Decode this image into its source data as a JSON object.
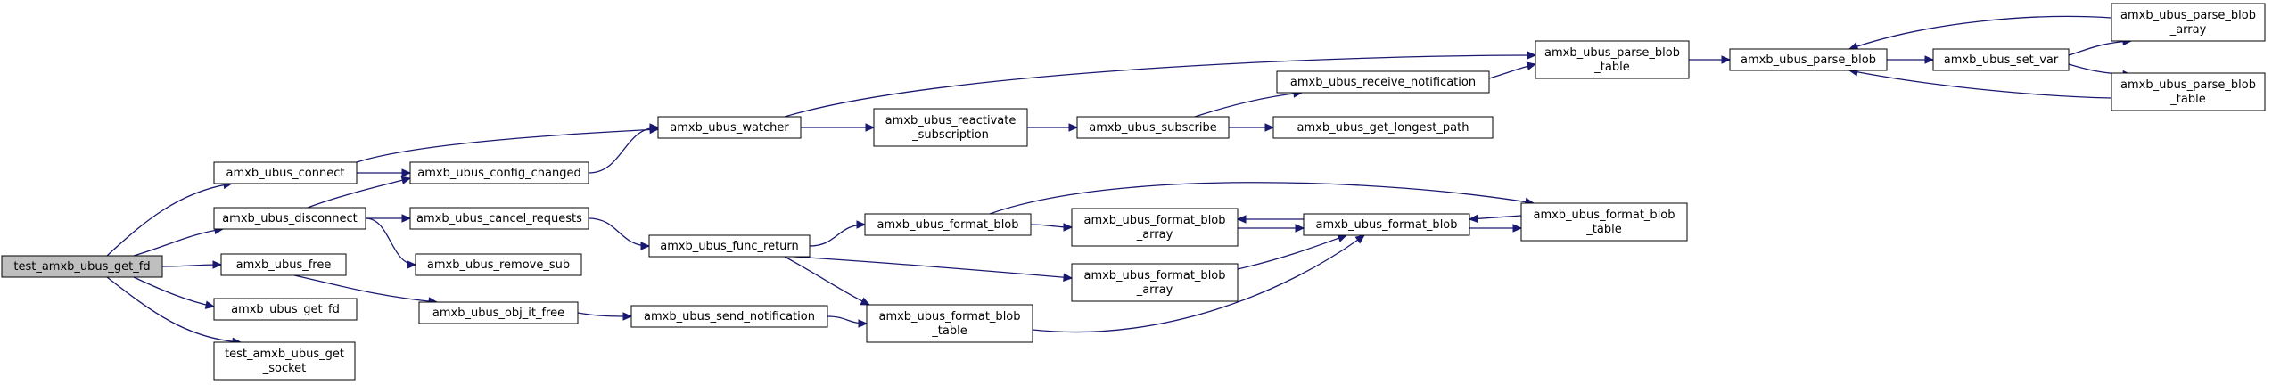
{
  "nodes": [
    {
      "id": "test_get_fd",
      "lines": [
        "test_amxb_ubus_get_fd"
      ],
      "root": true
    },
    {
      "id": "connect",
      "lines": [
        "amxb_ubus_connect"
      ]
    },
    {
      "id": "disconnect",
      "lines": [
        "amxb_ubus_disconnect"
      ]
    },
    {
      "id": "free",
      "lines": [
        "amxb_ubus_free"
      ]
    },
    {
      "id": "get_fd",
      "lines": [
        "amxb_ubus_get_fd"
      ]
    },
    {
      "id": "test_get_socket",
      "lines": [
        "test_amxb_ubus_get",
        "_socket"
      ]
    },
    {
      "id": "config_changed",
      "lines": [
        "amxb_ubus_config_changed"
      ]
    },
    {
      "id": "cancel_requests",
      "lines": [
        "amxb_ubus_cancel_requests"
      ]
    },
    {
      "id": "remove_sub",
      "lines": [
        "amxb_ubus_remove_sub"
      ]
    },
    {
      "id": "obj_it_free",
      "lines": [
        "amxb_ubus_obj_it_free"
      ]
    },
    {
      "id": "watcher",
      "lines": [
        "amxb_ubus_watcher"
      ]
    },
    {
      "id": "func_return",
      "lines": [
        "amxb_ubus_func_return"
      ]
    },
    {
      "id": "send_notification",
      "lines": [
        "amxb_ubus_send_notification"
      ]
    },
    {
      "id": "reactivate_sub",
      "lines": [
        "amxb_ubus_reactivate",
        "_subscription"
      ]
    },
    {
      "id": "format_blob_1",
      "lines": [
        "amxb_ubus_format_blob"
      ]
    },
    {
      "id": "format_blob_table_1",
      "lines": [
        "amxb_ubus_format_blob",
        "_table"
      ]
    },
    {
      "id": "subscribe",
      "lines": [
        "amxb_ubus_subscribe"
      ]
    },
    {
      "id": "format_blob_array_1",
      "lines": [
        "amxb_ubus_format_blob",
        "_array"
      ]
    },
    {
      "id": "format_blob_array_2",
      "lines": [
        "amxb_ubus_format_blob",
        "_array"
      ]
    },
    {
      "id": "receive_notification",
      "lines": [
        "amxb_ubus_receive_notification"
      ]
    },
    {
      "id": "get_longest_path",
      "lines": [
        "amxb_ubus_get_longest_path"
      ]
    },
    {
      "id": "format_blob_2",
      "lines": [
        "amxb_ubus_format_blob"
      ]
    },
    {
      "id": "parse_blob_table_1",
      "lines": [
        "amxb_ubus_parse_blob",
        "_table"
      ]
    },
    {
      "id": "format_blob_table_2",
      "lines": [
        "amxb_ubus_format_blob",
        "_table"
      ]
    },
    {
      "id": "parse_blob",
      "lines": [
        "amxb_ubus_parse_blob"
      ]
    },
    {
      "id": "set_var",
      "lines": [
        "amxb_ubus_set_var"
      ]
    },
    {
      "id": "parse_blob_array",
      "lines": [
        "amxb_ubus_parse_blob",
        "_array"
      ]
    },
    {
      "id": "parse_blob_table_2",
      "lines": [
        "amxb_ubus_parse_blob",
        "_table"
      ]
    }
  ],
  "edges": [
    [
      "test_get_fd",
      "connect"
    ],
    [
      "test_get_fd",
      "disconnect"
    ],
    [
      "test_get_fd",
      "free"
    ],
    [
      "test_get_fd",
      "get_fd"
    ],
    [
      "test_get_fd",
      "test_get_socket"
    ],
    [
      "connect",
      "config_changed"
    ],
    [
      "connect",
      "watcher"
    ],
    [
      "disconnect",
      "config_changed"
    ],
    [
      "disconnect",
      "cancel_requests"
    ],
    [
      "disconnect",
      "remove_sub"
    ],
    [
      "free",
      "obj_it_free"
    ],
    [
      "config_changed",
      "watcher"
    ],
    [
      "cancel_requests",
      "func_return"
    ],
    [
      "obj_it_free",
      "send_notification"
    ],
    [
      "watcher",
      "reactivate_sub"
    ],
    [
      "watcher",
      "parse_blob_table_1"
    ],
    [
      "func_return",
      "format_blob_1"
    ],
    [
      "func_return",
      "format_blob_array_2"
    ],
    [
      "func_return",
      "format_blob_table_1"
    ],
    [
      "send_notification",
      "format_blob_table_1"
    ],
    [
      "reactivate_sub",
      "subscribe"
    ],
    [
      "format_blob_1",
      "format_blob_array_1"
    ],
    [
      "format_blob_1",
      "format_blob_table_2"
    ],
    [
      "format_blob_table_1",
      "format_blob_2"
    ],
    [
      "subscribe",
      "receive_notification"
    ],
    [
      "subscribe",
      "get_longest_path"
    ],
    [
      "format_blob_array_1",
      "format_blob_2"
    ],
    [
      "format_blob_array_2",
      "format_blob_2"
    ],
    [
      "receive_notification",
      "parse_blob_table_1"
    ],
    [
      "format_blob_2",
      "format_blob_array_1"
    ],
    [
      "format_blob_2",
      "format_blob_table_2"
    ],
    [
      "format_blob_table_2",
      "format_blob_2"
    ],
    [
      "parse_blob_table_1",
      "parse_blob"
    ],
    [
      "parse_blob",
      "set_var"
    ],
    [
      "set_var",
      "parse_blob_array"
    ],
    [
      "set_var",
      "parse_blob_table_2"
    ],
    [
      "parse_blob_array",
      "parse_blob"
    ],
    [
      "parse_blob_table_2",
      "parse_blob"
    ]
  ],
  "colors": {
    "edge": "#191970",
    "root_fill": "#bfbfbf",
    "node_fill": "#ffffff",
    "node_stroke": "#000000"
  }
}
